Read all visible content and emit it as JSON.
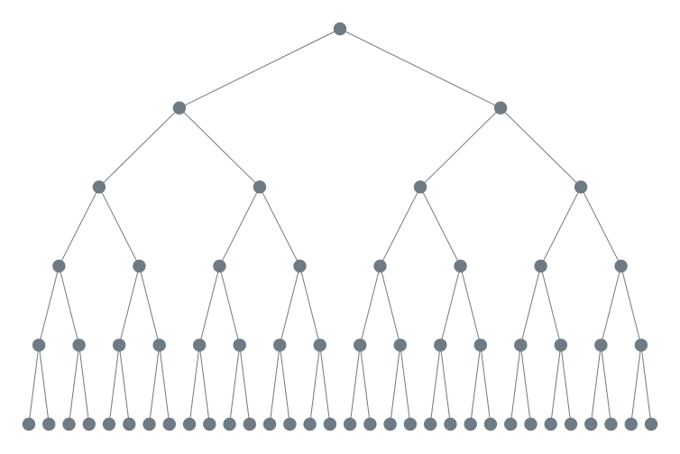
{
  "diagram": {
    "type": "binary-tree",
    "levels": 6,
    "branching": 2,
    "node_color": "#6f7a82",
    "edge_color": "#6f7a82",
    "background": "#ffffff"
  }
}
